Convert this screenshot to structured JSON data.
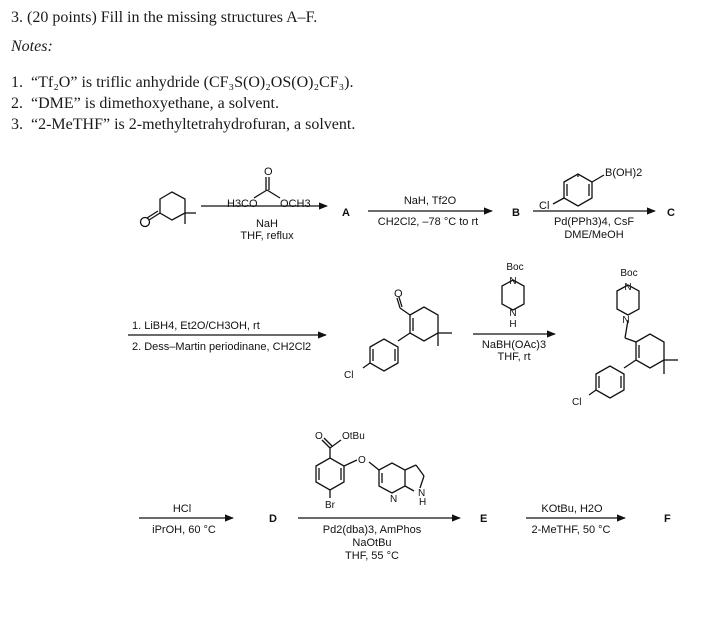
{
  "header": {
    "title": "3. (20 points) Fill in the missing structures A–F.",
    "notes_heading": "Notes:"
  },
  "notes": [
    {
      "num": "1.",
      "text": "“Tf₂O” is triflic anhydride (CF₃S(O)₂OS(O)₂CF₃)."
    },
    {
      "num": "2.",
      "text": "“DME” is dimethoxyethane, a solvent."
    },
    {
      "num": "3.",
      "text": "“2-MeTHF” is 2-methyltetrahydrofuran, a solvent."
    }
  ],
  "scheme": {
    "row1": {
      "reagent1": {
        "atom_h3co": "H3CO",
        "atom_och3": "OCH3",
        "atom_o": "O",
        "below": [
          "NaH",
          "THF, reflux"
        ]
      },
      "product_a": "A",
      "step2": {
        "above": "NaH, Tf2O",
        "below": "CH2Cl2, –78 °C to rt"
      },
      "product_b": "B",
      "reagent3": {
        "boron": "B(OH)2",
        "cl": "Cl",
        "below": [
          "Pd(PPh3)4, CsF",
          "DME/MeOH"
        ]
      },
      "product_c": "C"
    },
    "row2": {
      "step4": [
        "1. LiBH4, Et2O/CH3OH, rt",
        "2. Dess–Martin periodinane, CH2Cl2"
      ],
      "aldehyde": {
        "o": "O",
        "cl": "Cl"
      },
      "step5": {
        "boc": "Boc",
        "n_top": "N",
        "n_bottom": "N",
        "h": "H",
        "below": [
          "NaBH(OAc)3",
          "THF, rt"
        ]
      },
      "product": {
        "boc": "Boc",
        "n_top": "N",
        "n_bottom": "N",
        "cl": "Cl"
      }
    },
    "row3": {
      "step6": {
        "above": "HCl",
        "below": "iPrOH, 60 °C"
      },
      "product_d": "D",
      "step7": {
        "ester_o": "O",
        "otbu": "OtBu",
        "ether_o": "O",
        "n_ring": "N",
        "nh": "N",
        "h": "H",
        "br": "Br",
        "below": [
          "Pd2(dba)3, AmPhos",
          "NaOtBu",
          "THF, 55 °C"
        ]
      },
      "product_e": "E",
      "step8": {
        "above": "KOtBu, H2O",
        "below": "2-MeTHF, 50 °C"
      },
      "product_f": "F"
    }
  }
}
